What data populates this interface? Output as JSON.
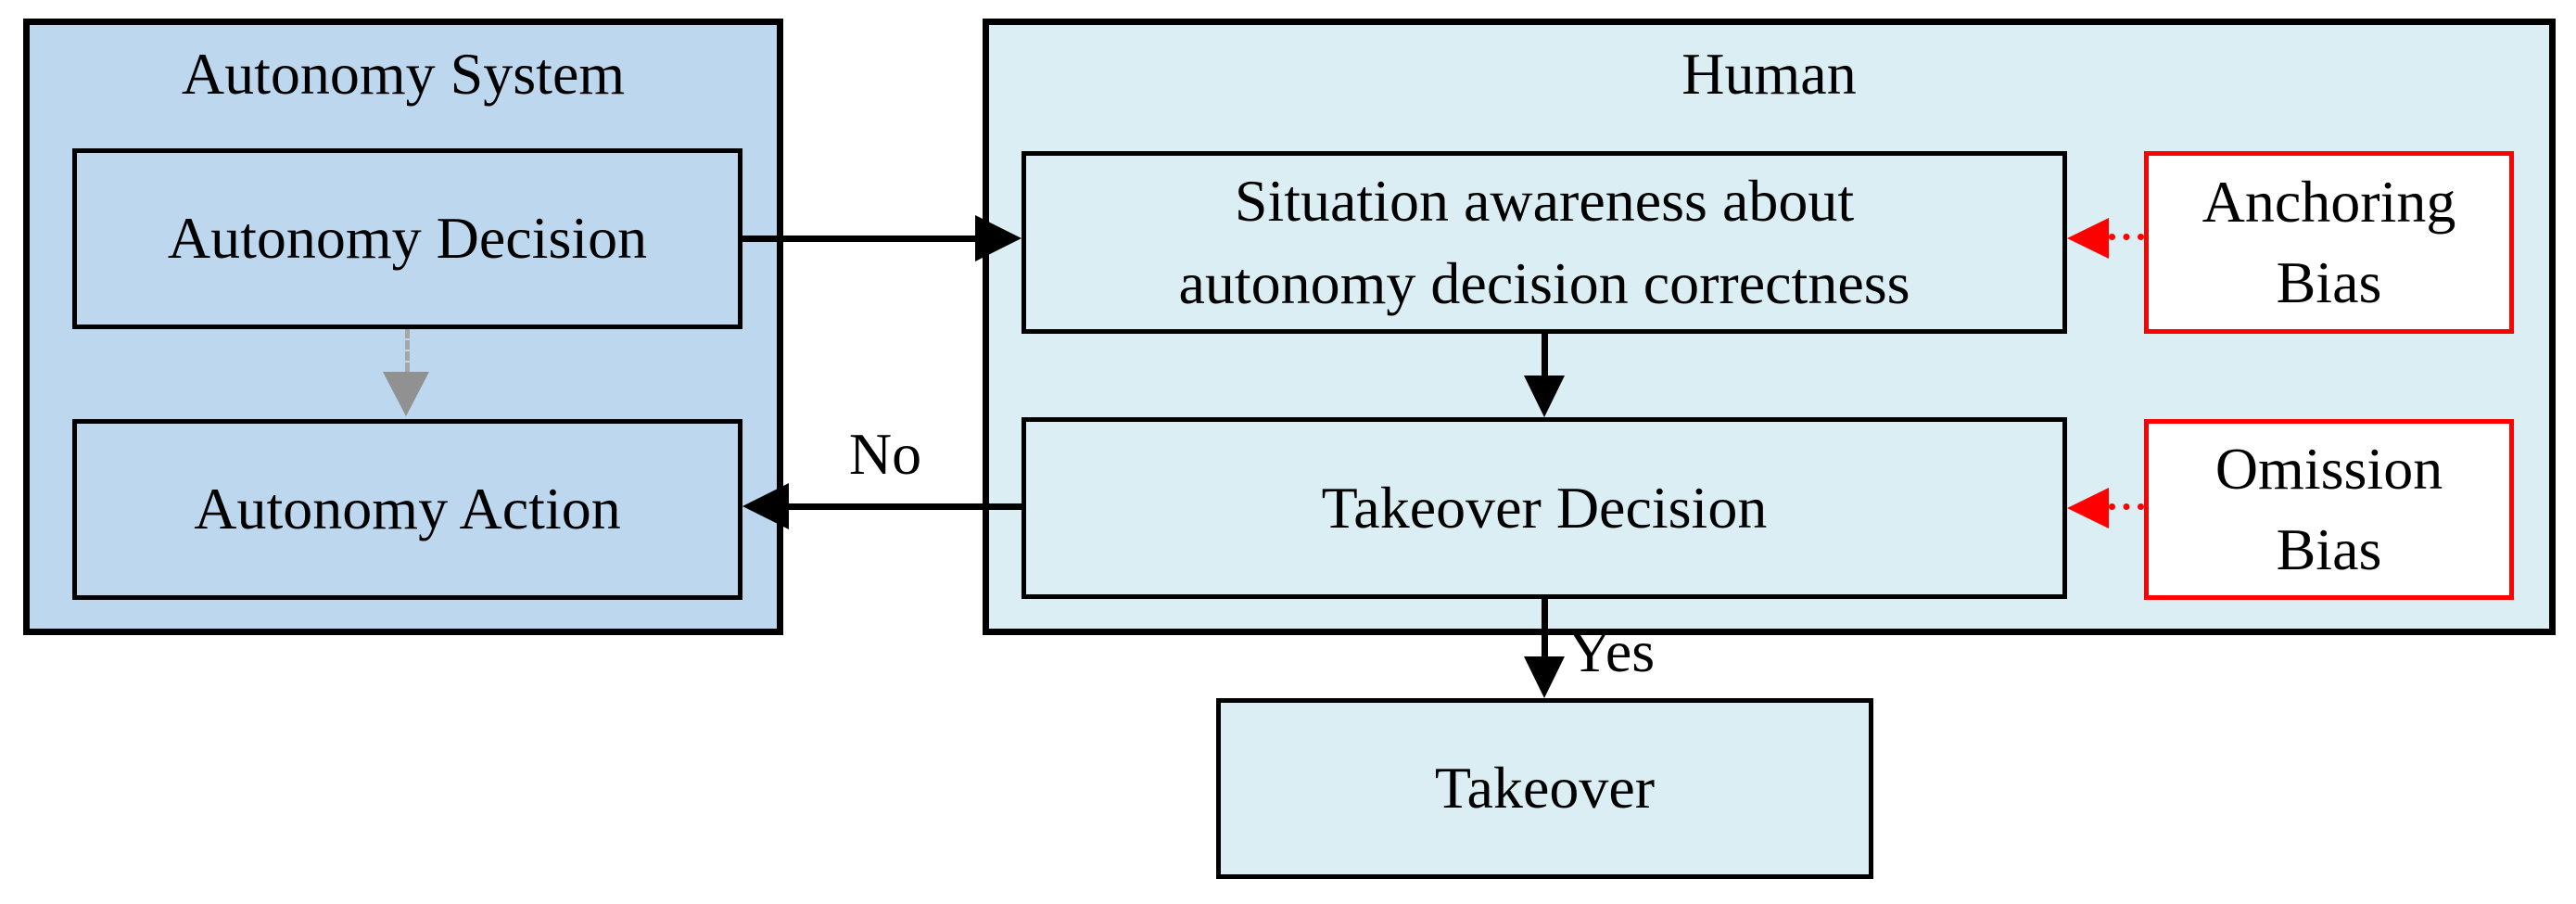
{
  "autonomy_system": {
    "title": "Autonomy System",
    "decision": "Autonomy Decision",
    "action": "Autonomy Action"
  },
  "human": {
    "title": "Human",
    "situation_line1": "Situation awareness about",
    "situation_line2": "autonomy decision correctness",
    "takeover_decision": "Takeover Decision"
  },
  "biases": {
    "anchoring_line1": "Anchoring",
    "anchoring_line2": "Bias",
    "omission_line1": "Omission",
    "omission_line2": "Bias"
  },
  "takeover_label": "Takeover",
  "edges": {
    "no": "No",
    "yes": "Yes"
  },
  "colors": {
    "autonomy_fill": "#BDD7EE",
    "human_fill": "#DAEEF3",
    "bias_fill": "#FFFFFF",
    "bias_border": "#FF0000",
    "arrow_black": "#000000",
    "arrow_red": "#FF0000",
    "arrow_gray": "#919191",
    "arrow_gray_light": "#A6A6A6"
  }
}
